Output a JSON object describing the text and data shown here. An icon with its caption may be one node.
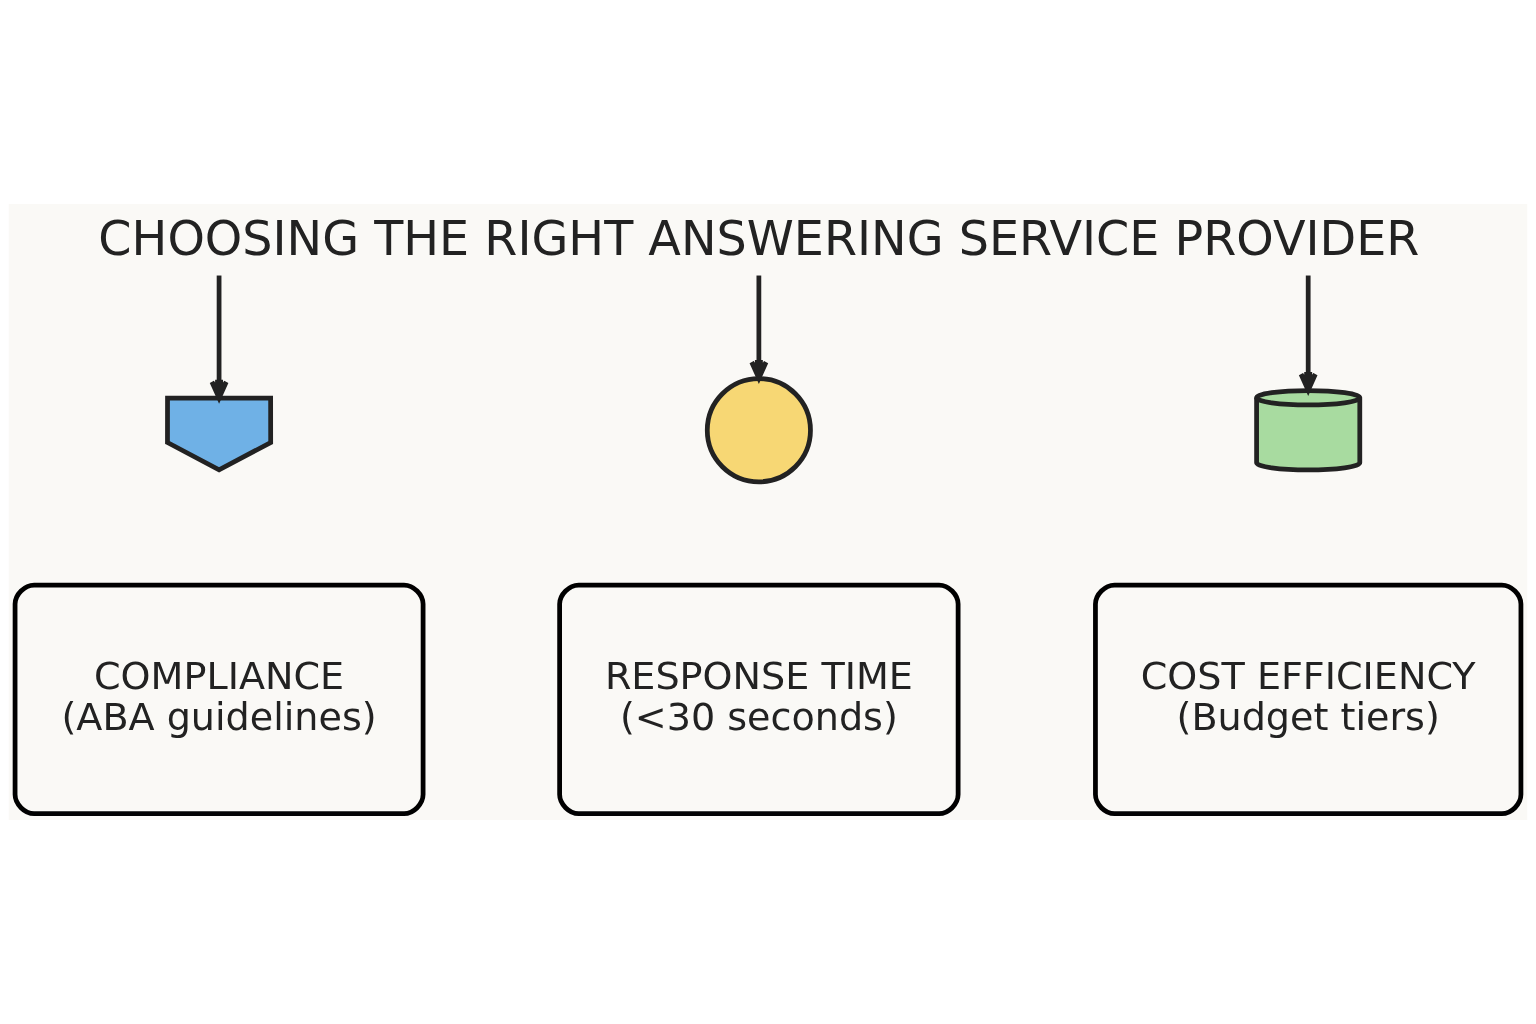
{
  "diagram": {
    "nodes": [
      {
        "text": [
          "CHOOSING THE RIGHT ANSWERING SERVICE PROVIDER"
        ]
      },
      {
        "text": [],
        "shape": "gavel"
      },
      {
        "text": [],
        "shape": "clock"
      },
      {
        "text": [],
        "shape": "coins"
      },
      {
        "text": [
          "COMPLIANCE",
          "(ABA guidelines)"
        ]
      },
      {
        "text": [
          "RESPONSE TIME",
          "(<30 seconds)"
        ]
      },
      {
        "text": [
          "COST EFFICIENCY",
          "(Budget tiers)"
        ]
      }
    ],
    "edges": [
      {
        "from": 0,
        "to": 1,
        "arrow": "to"
      },
      {
        "from": 0,
        "to": 2,
        "arrow": "to"
      },
      {
        "from": 0,
        "to": 3,
        "arrow": "to"
      }
    ]
  }
}
